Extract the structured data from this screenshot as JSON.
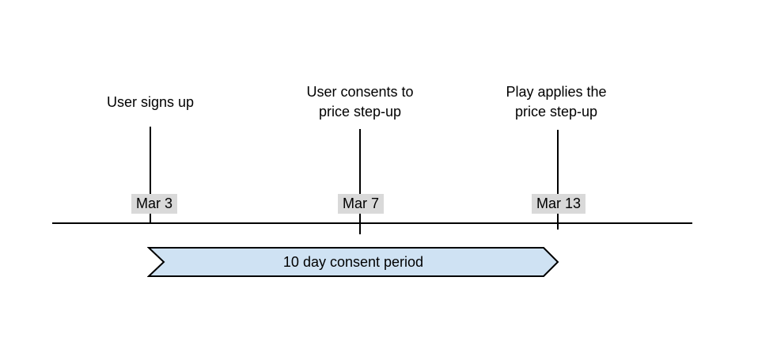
{
  "events": [
    {
      "label": "User signs up",
      "date": "Mar 3"
    },
    {
      "label": "User consents to\nprice step-up",
      "date": "Mar 7"
    },
    {
      "label": "Play applies the\nprice step-up",
      "date": "Mar 13"
    }
  ],
  "banner": {
    "label": "10 day consent period",
    "fill": "#cfe2f3",
    "border": "#000000"
  },
  "colors": {
    "background": "#ffffff",
    "line": "#000000",
    "date_badge_bg": "#d9d9d9"
  }
}
